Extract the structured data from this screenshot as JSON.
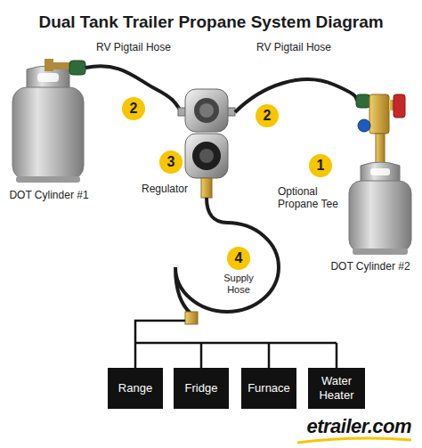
{
  "diagram": {
    "title": "Dual Tank Trailer Propane System Diagram",
    "nodes": [
      {
        "text": [
          "Range"
        ]
      },
      {
        "text": [
          "Fridge"
        ]
      },
      {
        "text": [
          "Furnace"
        ]
      },
      {
        "text": [
          "Water Heater"
        ]
      }
    ],
    "labels": [
      "RV Pigtail Hose",
      "2",
      "RV Pigtail Hose",
      "2",
      "3",
      "Regulator",
      "1",
      "Optional Propane Tee",
      "DOT Cylinder #1",
      "DOT Cylinder #2",
      "4",
      "Supply Hose",
      "etrailer.com"
    ]
  }
}
